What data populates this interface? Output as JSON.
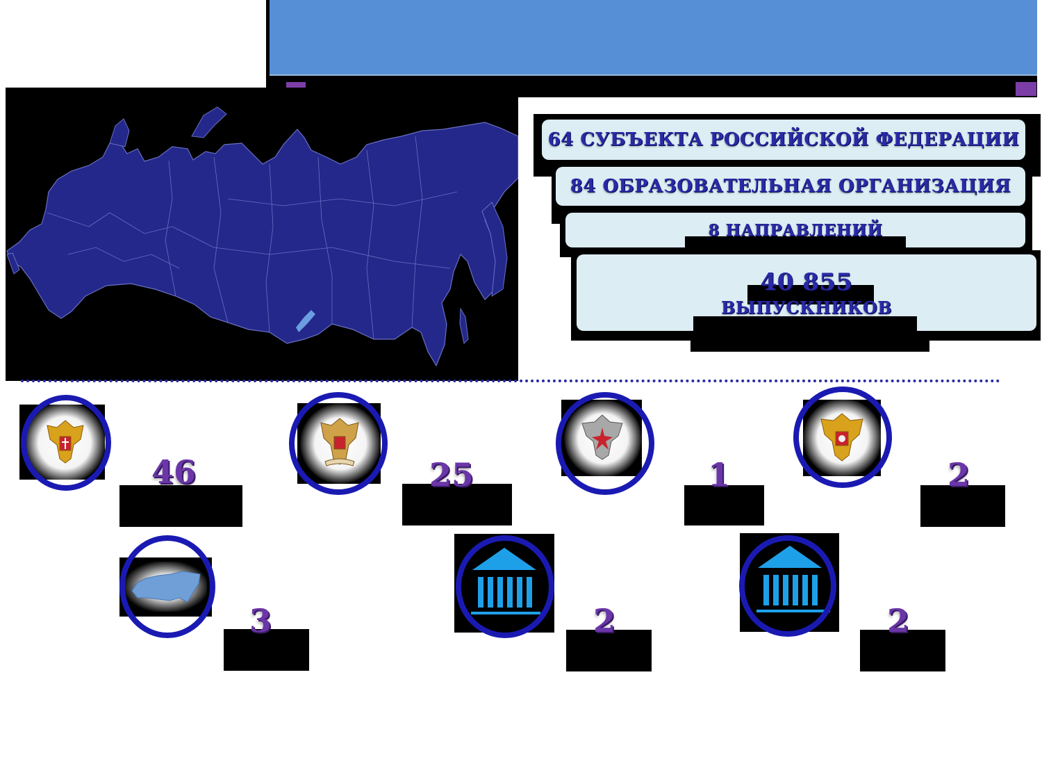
{
  "stats": {
    "regions": "64 СУБЪЕКТА РОССИЙСКОЙ ФЕДЕРАЦИИ",
    "organizations": "84 ОБРАЗОВАТЕЛЬНАЯ ОРГАНИЗАЦИЯ",
    "directions": "8 НАПРАВЛЕНИЙ",
    "graduates_number": "40 855",
    "graduates_label": "ВЫПУСКНИКОВ"
  },
  "departments": [
    {
      "icon": "health-ministry-emblem-icon",
      "count": "46"
    },
    {
      "icon": "education-ministry-emblem-icon",
      "count": "25"
    },
    {
      "icon": "defense-ministry-emblem-icon",
      "count": "1"
    },
    {
      "icon": "state-emblem-icon",
      "count": "2"
    },
    {
      "icon": "russia-map-icon",
      "count": "3"
    },
    {
      "icon": "institution-building-icon",
      "count": "2"
    },
    {
      "icon": "institution-building-icon",
      "count": "2"
    }
  ],
  "colors": {
    "title_bar": "#568fd6",
    "map_fill": "#23288a",
    "card_bg": "#dcedf3",
    "card_text": "#2a2aa6",
    "count_text": "#6a36a8",
    "ring": "#1a1ab2",
    "accent": "#7b3ea6"
  }
}
